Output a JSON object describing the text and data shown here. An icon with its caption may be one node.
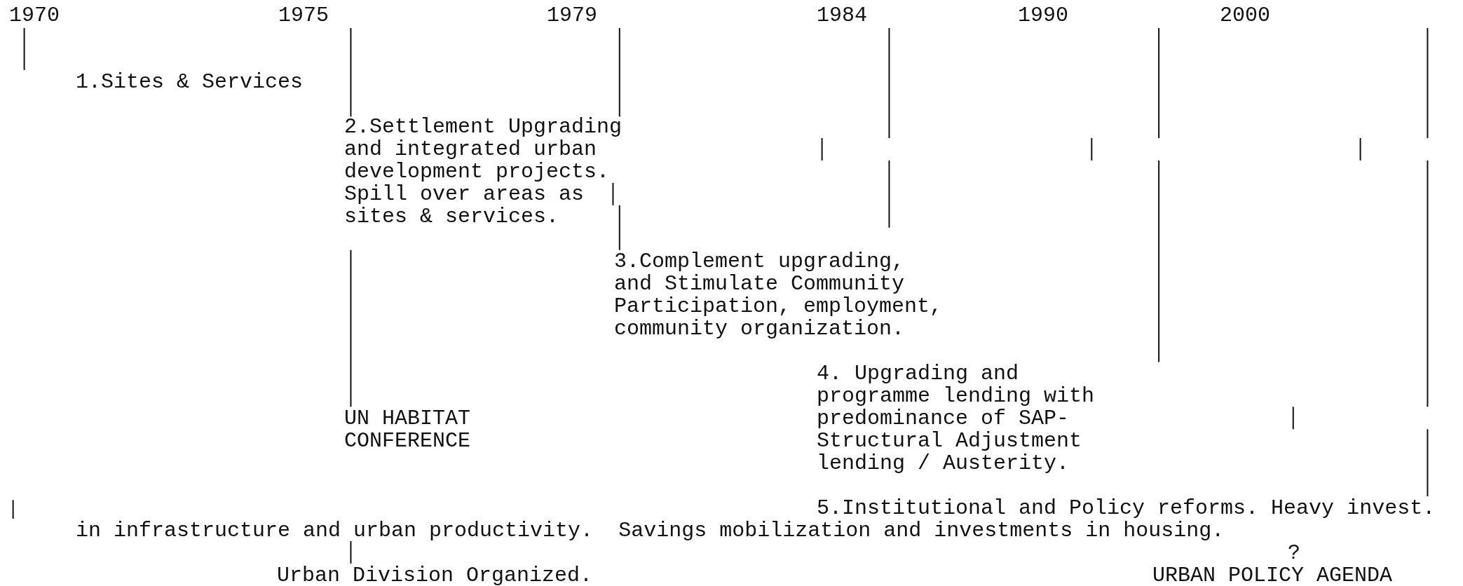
{
  "diagram": {
    "labels": [
      "1970",
      "1975",
      "1979",
      "1984",
      "1990",
      "2000",
      "1.Sites & Services",
      "2.Settlement Upgrading and integrated urban development projects. Spill over areas as sites & services.",
      "3.Complement upgrading, and Stimulate Community Participation, employment, community organization.",
      "4. Upgrading and programme lending with predominance of SAP- Structural Adjustment lending / Austerity.",
      "UN HABITAT CONFERENCE",
      "5.Institutional and Policy reforms. Heavy invest. in infrastructure and urban productivity.  Savings mobilization and investments in housing.",
      "?",
      "URBAN POLICY AGENDA",
      "Urban Division Organized."
    ]
  }
}
